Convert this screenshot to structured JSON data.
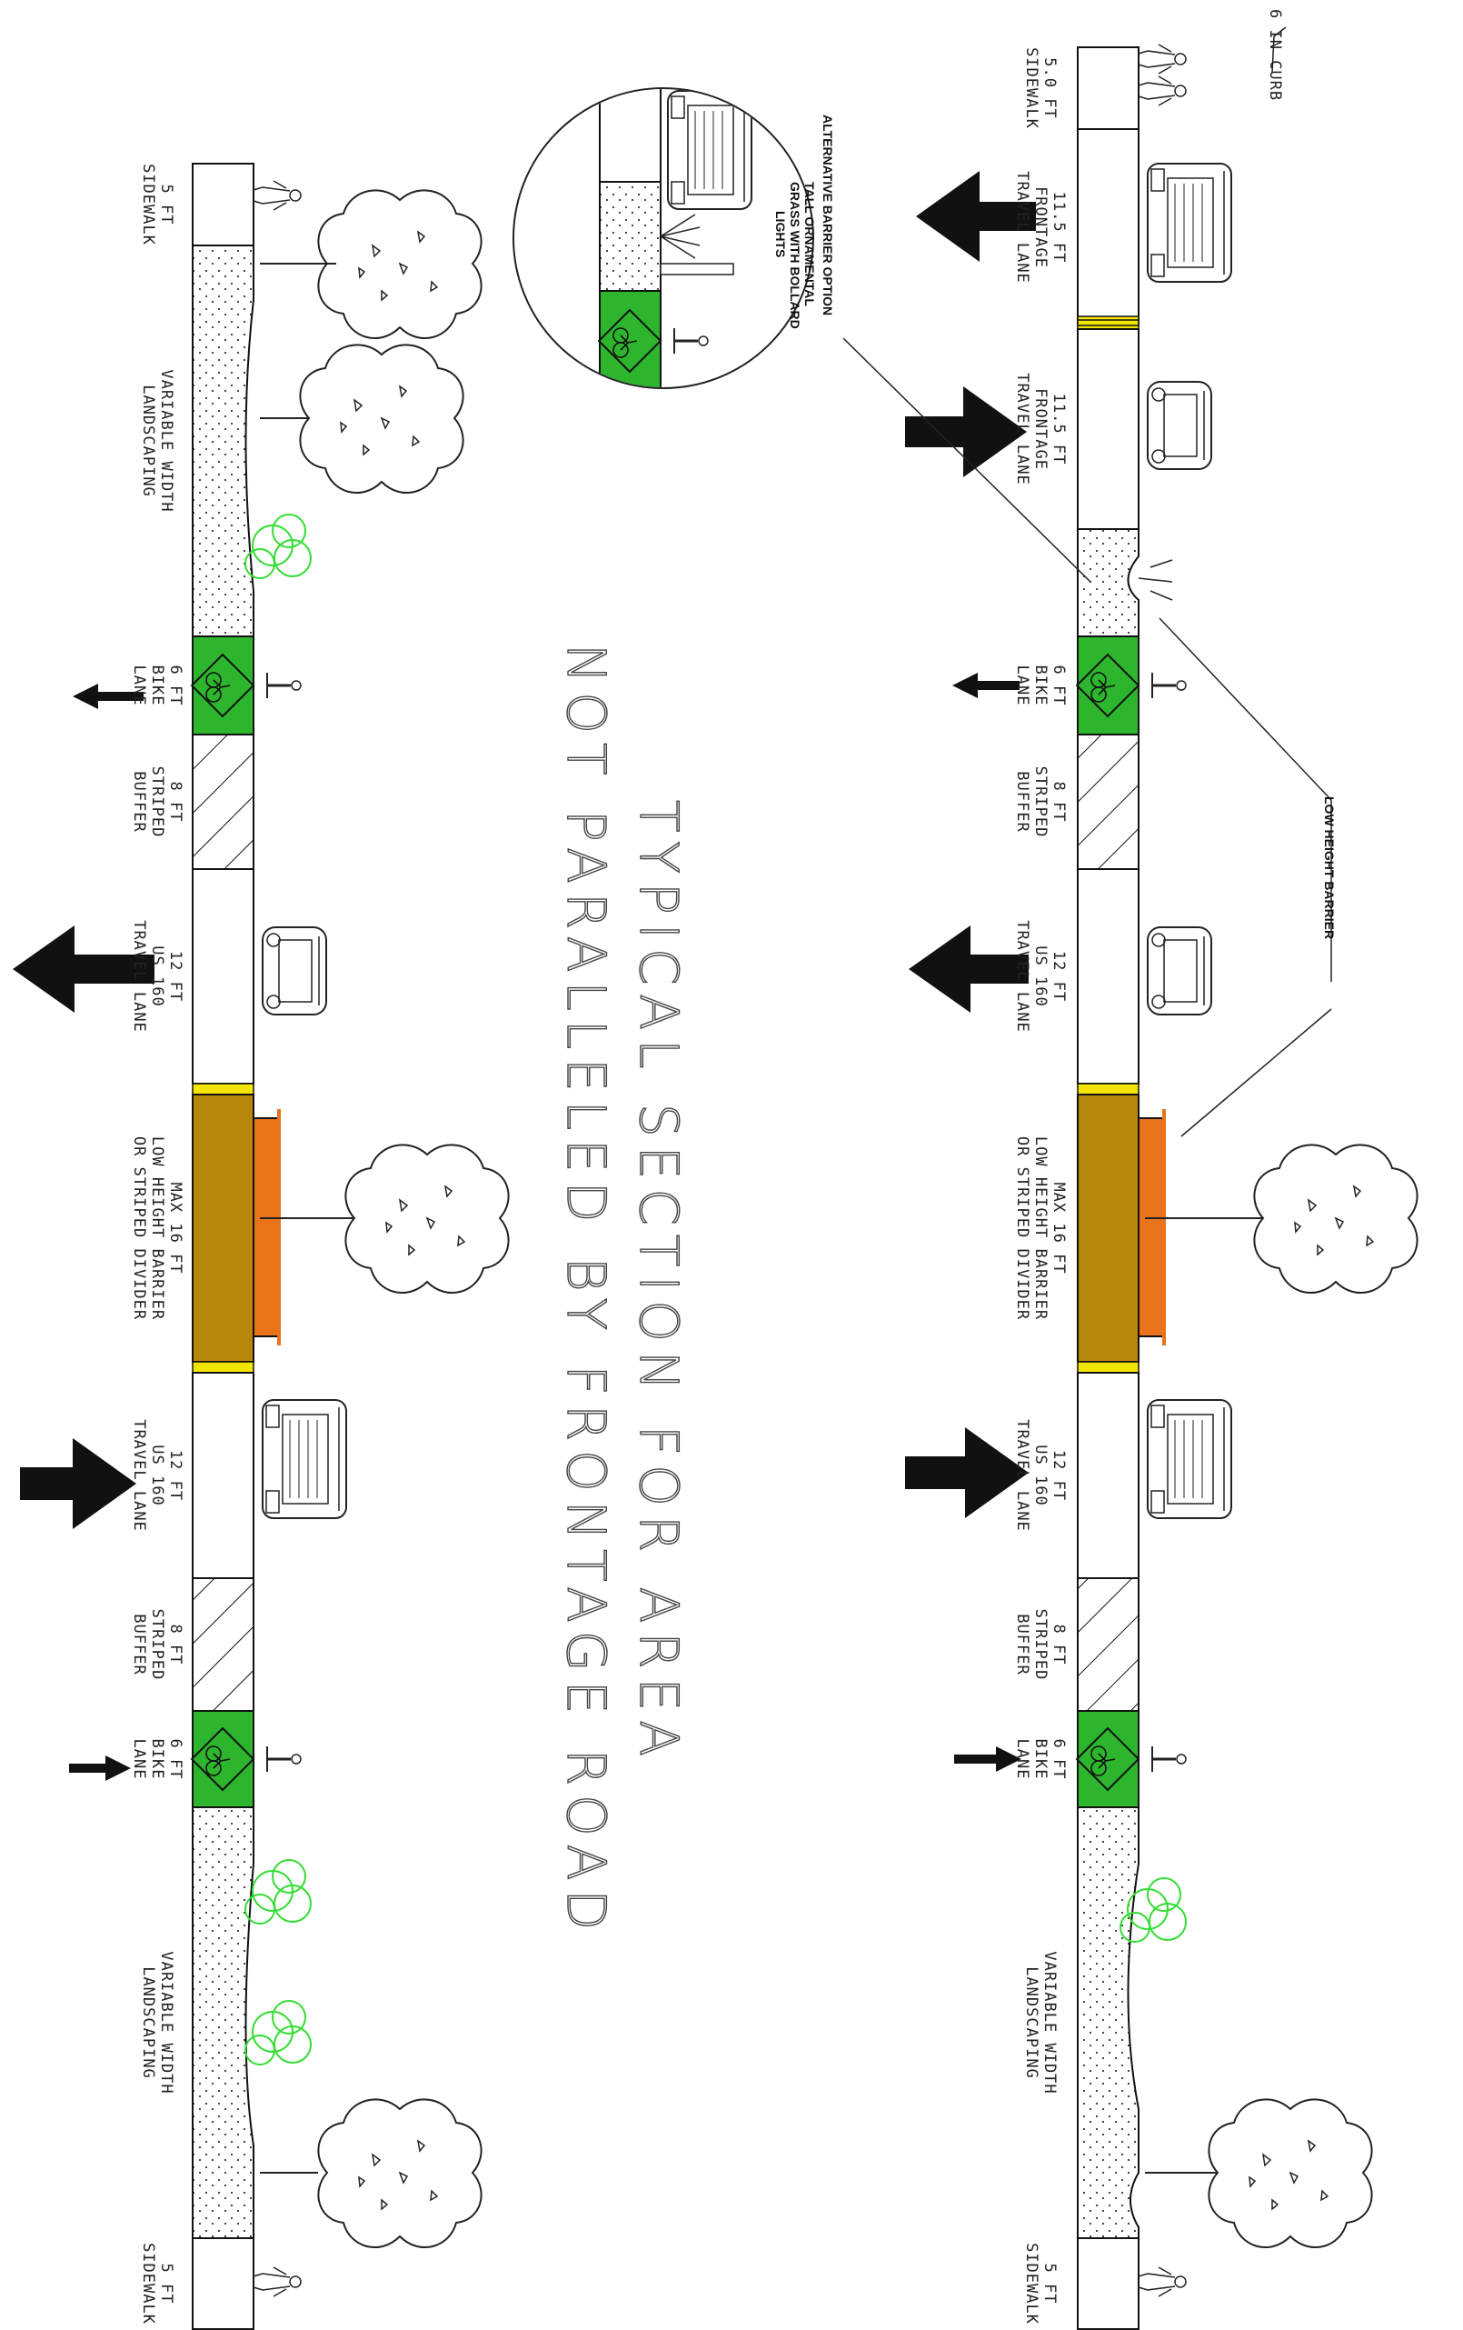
{
  "title": {
    "line1": "TYPICAL SECTION FOR AREA",
    "line2": "NOT PARALLELED BY FRONTAGE ROAD"
  },
  "callouts": {
    "curb": "6 IN CURB",
    "alt_barrier": "ALTERNATIVE BARRIER OPTION",
    "grass_1": "TALL ORNAMENTAL",
    "grass_2": "GRASS WITH BOLLARD",
    "grass_3": "LIGHTS",
    "low_barrier": "LOW HEIGHT BARRIER"
  },
  "sections": [
    {
      "name": "With frontage road",
      "labels": [
        [
          "5.0 FT",
          "SIDEWALK"
        ],
        [
          "11.5 FT",
          "FRONTAGE",
          "TRAVEL LANE"
        ],
        [
          "11.5 FT",
          "FRONTAGE",
          "TRAVEL LANE"
        ],
        [
          "6 FT",
          "BIKE",
          "LANE"
        ],
        [
          "8 FT",
          "STRIPED",
          "BUFFER"
        ],
        [
          "12 FT",
          "US 160",
          "TRAVEL LANE"
        ],
        [
          "MAX 16 FT",
          "LOW HEIGHT BARRIER",
          "OR STRIPED DIVIDER"
        ],
        [
          "12 FT",
          "US 160",
          "TRAVEL LANE"
        ],
        [
          "8 FT",
          "STRIPED",
          "BUFFER"
        ],
        [
          "6 FT",
          "BIKE",
          "LANE"
        ],
        [
          "VARIABLE WIDTH",
          "LANDSCAPING"
        ],
        [
          "5 FT",
          "SIDEWALK"
        ]
      ]
    },
    {
      "name": "Not paralleled by frontage road",
      "labels": [
        [
          "5 FT",
          "SIDEWALK"
        ],
        [
          "VARIABLE WIDTH",
          "LANDSCAPING"
        ],
        [
          "6 FT",
          "BIKE",
          "LANE"
        ],
        [
          "8 FT",
          "STRIPED",
          "BUFFER"
        ],
        [
          "12 FT",
          "US 160",
          "TRAVEL LANE"
        ],
        [
          "MAX 16 FT",
          "LOW HEIGHT BARRIER",
          "OR STRIPED DIVIDER"
        ],
        [
          "12 FT",
          "US 160",
          "TRAVEL LANE"
        ],
        [
          "8 FT",
          "STRIPED",
          "BUFFER"
        ],
        [
          "6 FT",
          "BIKE",
          "LANE"
        ],
        [
          "VARIABLE WIDTH",
          "LANDSCAPING"
        ],
        [
          "5 FT",
          "SIDEWALK"
        ]
      ]
    }
  ],
  "colors": {
    "bike_lane": "#2db52d",
    "divider": "#b8860b",
    "barrier": "#e8731a",
    "yellow_stripe": "#f2e600",
    "shrub": "#33dd33"
  }
}
